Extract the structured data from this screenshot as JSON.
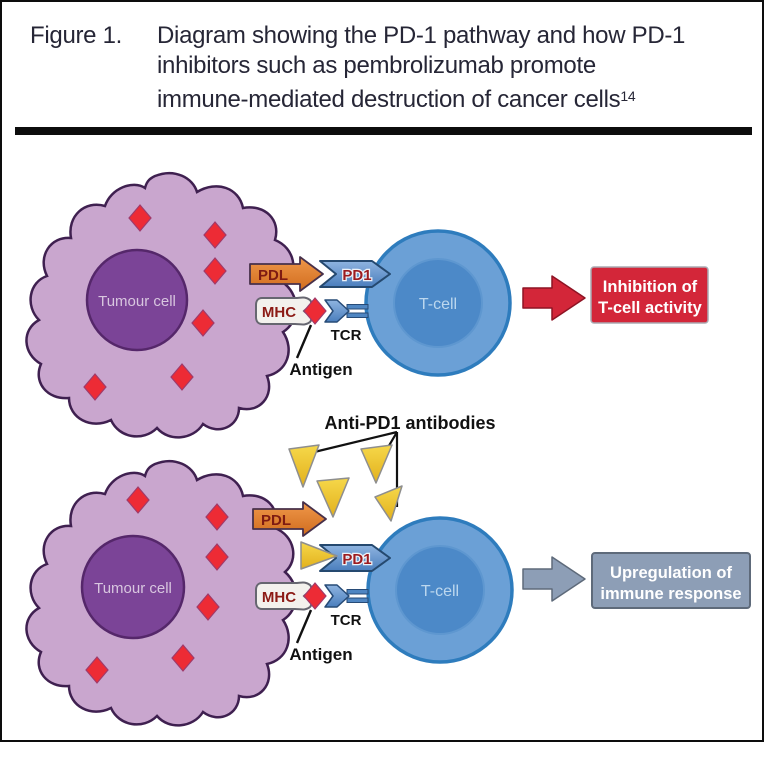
{
  "figure": {
    "label": "Figure 1.",
    "caption_lines": [
      "Diagram showing the PD-1 pathway and how PD-1",
      "inhibitors such as pembrolizumab promote",
      "immune-mediated destruction of cancer cells"
    ],
    "reference": "14"
  },
  "top_panel": {
    "tumour_cell": "Tumour cell",
    "t_cell": "T-cell",
    "pdl": "PDL",
    "pd1": "PD1",
    "mhc": "MHC",
    "tcr": "TCR",
    "antigen": "Antigen",
    "outcome": [
      "Inhibition of",
      "T-cell activity"
    ]
  },
  "bottom_panel": {
    "tumour_cell": "Tumour cell",
    "t_cell": "T-cell",
    "pdl": "PDL",
    "pd1": "PD1",
    "mhc": "MHC",
    "tcr": "TCR",
    "antigen": "Antigen",
    "antibodies": "Anti-PD1 antibodies",
    "outcome": [
      "Upregulation of",
      "immune response"
    ]
  },
  "colors": {
    "tumour_body": "#C9A6CE",
    "tumour_outline": "#3F2050",
    "nucleus_purple": "#7B4497",
    "antigen_red": "#ED2B35",
    "pdl_orange": "#E0812D",
    "pd1_blue": "#5C92CB",
    "t_cell_blue": "#6BA0D6",
    "t_cell_inner_blue": "#4C89C8",
    "inhibition_red": "#D32639",
    "upregulation_gray": "#8D9EB6",
    "antibody_gold": "#EFC72E",
    "caption_text": "#262636"
  }
}
